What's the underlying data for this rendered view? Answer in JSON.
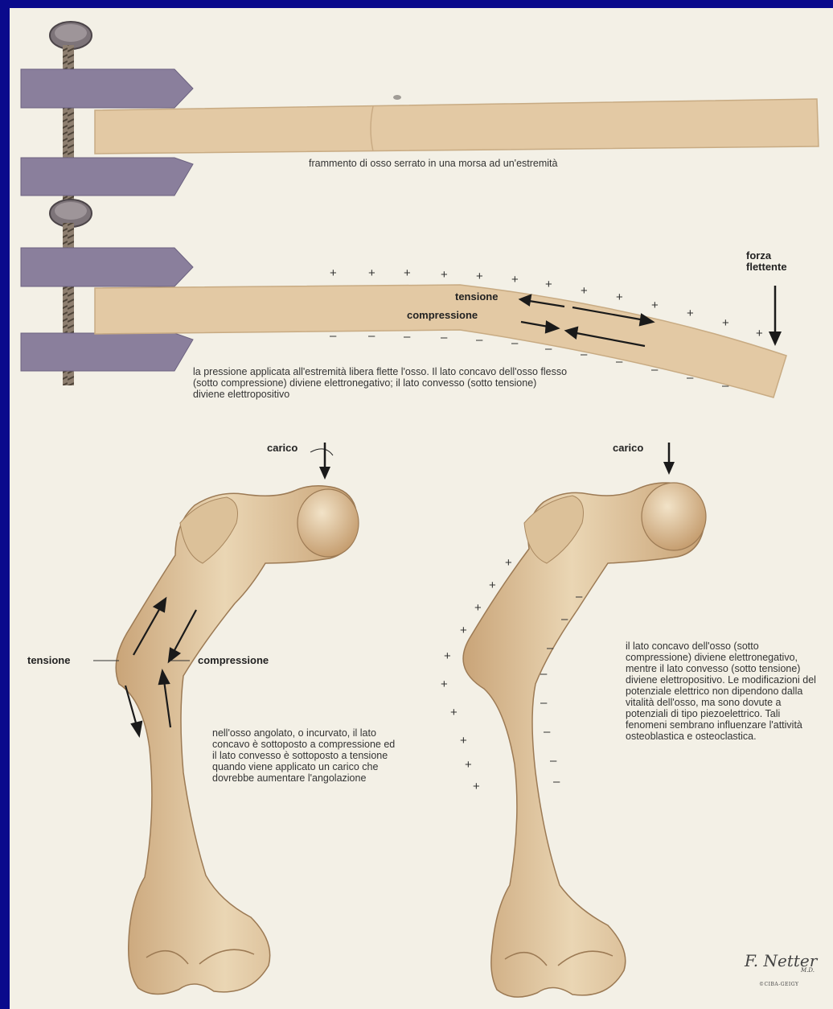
{
  "colors": {
    "frame": "#0a0a8c",
    "paper": "#f3f0e6",
    "clamp": "#8a7f9c",
    "bone_fragment": "#e3c9a4",
    "bone": "#e6cfa8",
    "arrow": "#1a1a1a"
  },
  "panel1": {
    "caption": "frammento di osso serrato in una morsa ad un'estremità"
  },
  "panel2": {
    "force_label": "forza\nflettente",
    "tension_label": "tensione",
    "compression_label": "compressione",
    "caption": "la pressione applicata all'estremità libera flette l'osso. Il lato concavo dell'osso flesso (sotto compressione) diviene elettronegativo; il lato convesso (sotto tensione) diviene elettropositivo",
    "plus_sign": "+",
    "minus_sign": "–"
  },
  "femur_left": {
    "load_label": "carico",
    "tension_label": "tensione",
    "compression_label": "compressione",
    "caption": "nell'osso angolato, o incurvato, il lato concavo è sottoposto a compressione ed il lato convesso è sottoposto a tensione quando viene applicato un carico che dovrebbe aumentare l'angolazione"
  },
  "femur_right": {
    "load_label": "carico",
    "caption": "il lato concavo dell'osso (sotto compressione) diviene elettronegativo, mentre il lato convesso (sotto tensione) diviene elettropositivo. Le modificazioni del potenziale elettrico non dipendono dalla vitalità dell'osso, ma sono dovute a potenziali di tipo piezoelettrico. Tali fenomeni sembrano influenzare l'attività osteoblastica e osteoclastica."
  },
  "signature": {
    "name": "F. Netter",
    "suffix": "M.D.",
    "credit": "©CIBA-GEIGY"
  }
}
